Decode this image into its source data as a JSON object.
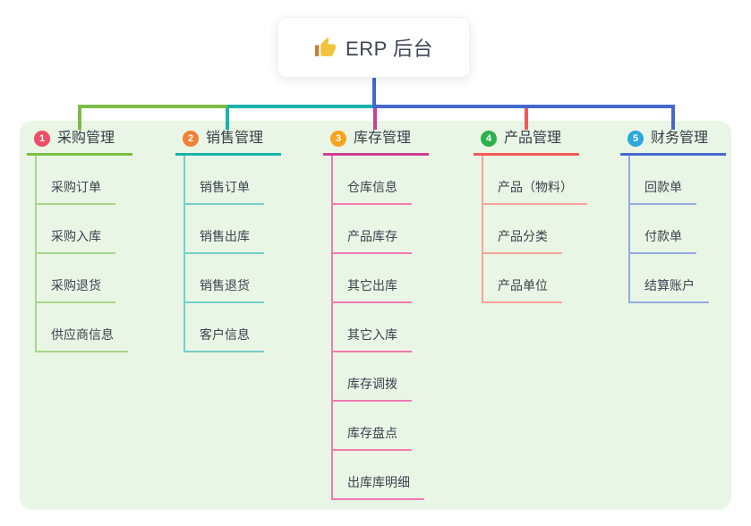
{
  "root": {
    "label": "ERP 后台",
    "icon": "thumbs-up-icon"
  },
  "colors": {
    "panel_bg": "#eaf6e5",
    "root_line": "#4468cf",
    "card_bg": "#ffffff",
    "text": "#3b4250"
  },
  "branches": [
    {
      "badge": "1",
      "label": "采购管理",
      "line_color": "#7cbd45",
      "sub_line_color": "#a9d68c",
      "badge_color": "#ee4e66",
      "items": [
        "采购订单",
        "采购入库",
        "采购退货",
        "供应商信息"
      ]
    },
    {
      "badge": "2",
      "label": "销售管理",
      "line_color": "#18b3ab",
      "sub_line_color": "#74cfc8",
      "badge_color": "#f08137",
      "items": [
        "销售订单",
        "销售出库",
        "销售退货",
        "客户信息"
      ]
    },
    {
      "badge": "3",
      "label": "库存管理",
      "line_color": "#ce3e92",
      "sub_line_color": "#f07ab2",
      "badge_color": "#f7a41d",
      "items": [
        "仓库信息",
        "产品库存",
        "其它出库",
        "其它入库",
        "库存调拨",
        "库存盘点",
        "出库库明细"
      ]
    },
    {
      "badge": "4",
      "label": "产品管理",
      "line_color": "#f15a56",
      "sub_line_color": "#f7a29c",
      "badge_color": "#2cb14c",
      "items": [
        "产品（物料）",
        "产品分类",
        "产品单位"
      ]
    },
    {
      "badge": "5",
      "label": "财务管理",
      "line_color": "#4468cf",
      "sub_line_color": "#94aae2",
      "badge_color": "#2ba6df",
      "items": [
        "回款单",
        "付款单",
        "结算账户"
      ]
    }
  ]
}
